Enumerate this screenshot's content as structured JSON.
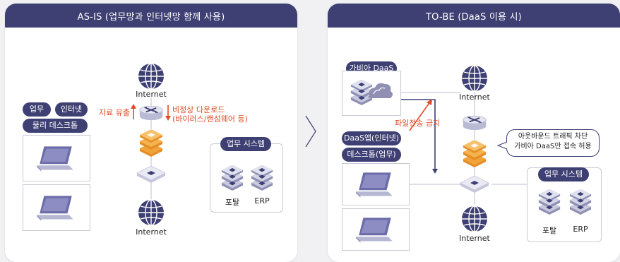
{
  "left_panel": {
    "title": "AS-IS (업무망과 인터넷망 함께 사용)",
    "pill_work": "업무",
    "pill_internet": "인터넷",
    "pill_physical": "물리 데스크톱",
    "internet_top": "Internet",
    "internet_bottom": "Internet",
    "leak_label": "자료 유출",
    "abnormal_line1": "비정상 다운로드",
    "abnormal_line2": "(바이러스/랜섬웨어 등)",
    "work_system": "업무 시스템",
    "portal": "포탈",
    "erp": "ERP"
  },
  "right_panel": {
    "title": "TO-BE (DaaS 이용 시)",
    "gabia_daas": "가비아 DaaS",
    "daas_app": "DaaS앱(인터넷)",
    "desktop_work": "데스크톱(업무)",
    "file_block": "파일전송 금지",
    "internet_top": "Internet",
    "internet_bottom": "Internet",
    "bubble_line1": "아웃바운드 트래픽 차단",
    "bubble_line2": "가비아 DaaS만 접속 허용",
    "work_system": "업무 시스템",
    "portal": "포탈",
    "erp": "ERP"
  },
  "colors": {
    "navy": "#3e3f73",
    "accent_red": "#e24a24",
    "firewall_orange": "#f0a33b",
    "laptop_purple": "#6c6ca8",
    "border_gray": "#c9cad8"
  },
  "icons": [
    "globe-icon",
    "router-icon",
    "firewall-icon",
    "switch-icon",
    "laptop-icon",
    "server-icon",
    "cloud-server-icon",
    "chevron-right-icon",
    "arrow-up-icon",
    "arrow-down-icon"
  ]
}
